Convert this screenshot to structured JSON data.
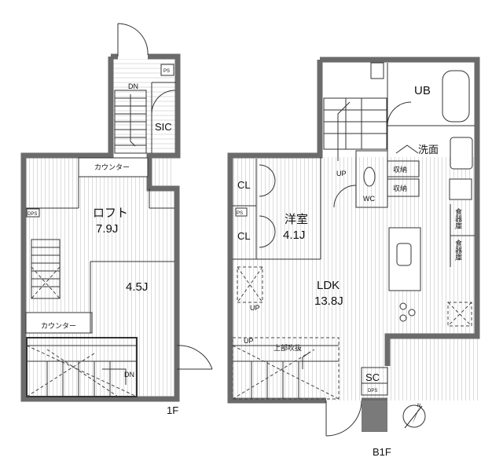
{
  "floors": [
    {
      "label": "1F",
      "rooms": [
        {
          "key": "loft",
          "name": "ロフト",
          "size": "7.9J"
        },
        {
          "key": "room1",
          "name": "",
          "size": "4.5J"
        }
      ],
      "labels": {
        "sic": "SIC",
        "counter_top": "カウンター",
        "counter_bottom": "カウンター",
        "dn_top": "DN",
        "dn_bottom": "DN",
        "ps": "PS",
        "dps": "DPS"
      }
    },
    {
      "label": "B1F",
      "rooms": [
        {
          "key": "youshitsu",
          "name": "洋室",
          "size": "4.1J"
        },
        {
          "key": "ldk",
          "name": "LDK",
          "size": "13.8J"
        }
      ],
      "labels": {
        "ub": "UB",
        "senmen": "洗面",
        "wc": "WC",
        "shuno1": "収納",
        "shuno2": "収納",
        "cl1": "CL",
        "cl2": "CL",
        "shokko1": "食器庫",
        "shokko2": "食器庫",
        "sc": "SC",
        "dps": "DPS",
        "ps": "PS",
        "up1": "UP",
        "up2": "UP",
        "up3": "UP",
        "fukinuke": "上部吹抜"
      }
    }
  ],
  "compass": {
    "icon": "north-arrow-icon",
    "label": "N"
  }
}
